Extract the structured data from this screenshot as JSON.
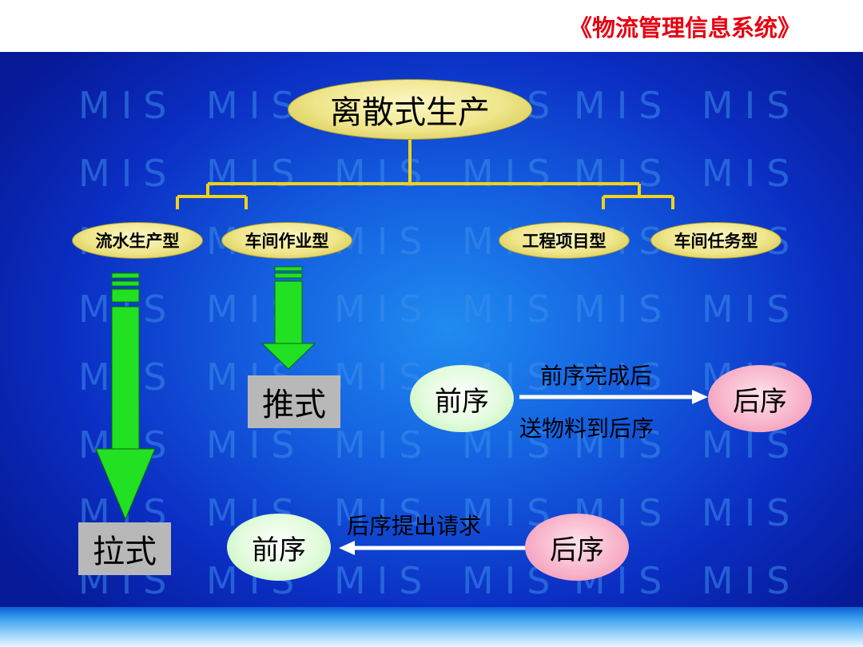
{
  "header": {
    "title": "《物流管理信息系统》"
  },
  "watermark": {
    "text": "MIS"
  },
  "tree": {
    "root": "离散式生产",
    "children": [
      "流水生产型",
      "车间作业型",
      "工程项目型",
      "车间任务型"
    ]
  },
  "push": {
    "label": "推式",
    "from": "前序",
    "to": "后序",
    "arrow_top": "前序完成后",
    "arrow_bottom": "送物料到后序"
  },
  "pull": {
    "label": "拉式",
    "from": "后序",
    "to": "前序",
    "arrow_top": "后序提出请求"
  },
  "colors": {
    "title_red": "#e60012",
    "tree_line": "#f2d21a",
    "arrow_green": "#22e022",
    "arrow_white": "#ffffff"
  }
}
